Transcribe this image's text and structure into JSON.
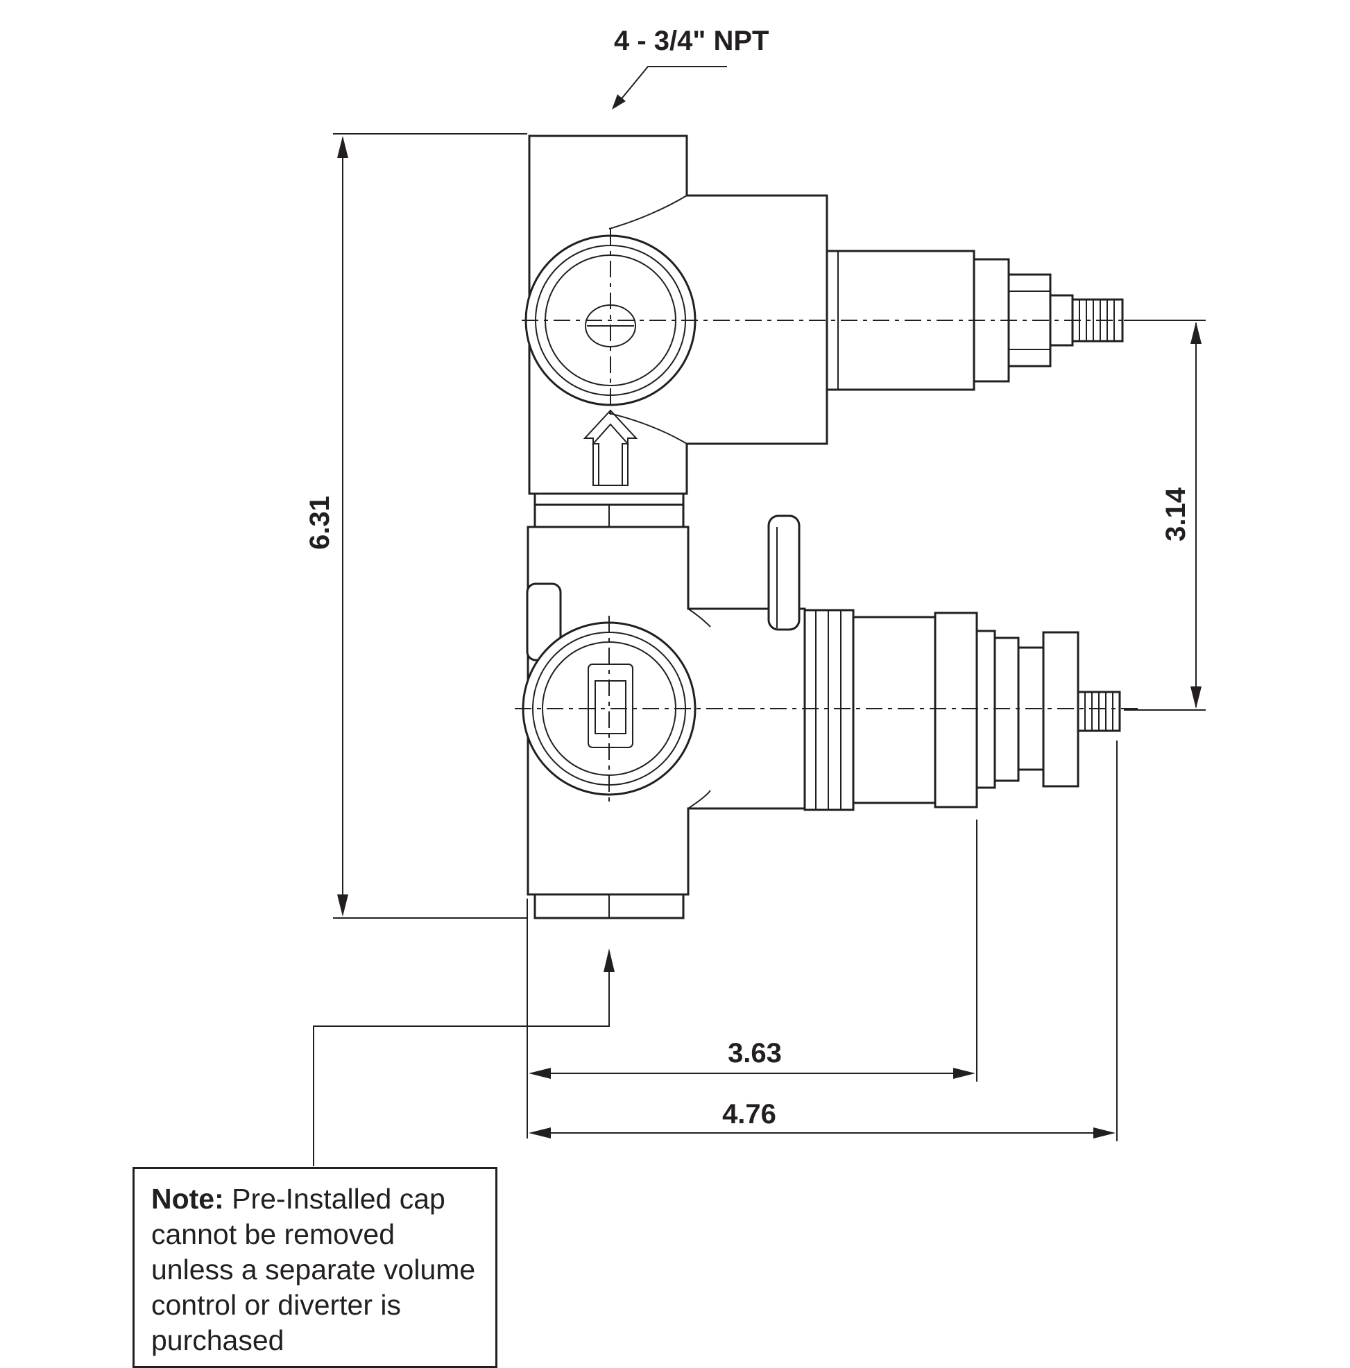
{
  "callouts": {
    "top_port": "4 - 3/4\" NPT"
  },
  "dimensions": {
    "overall_height": "6.31",
    "stem_spacing": "3.14",
    "body_depth": "3.63",
    "overall_depth": "4.76"
  },
  "note": {
    "label": "Note:",
    "text": " Pre-Installed cap cannot be removed unless a separate volume control or diverter is purchased"
  }
}
